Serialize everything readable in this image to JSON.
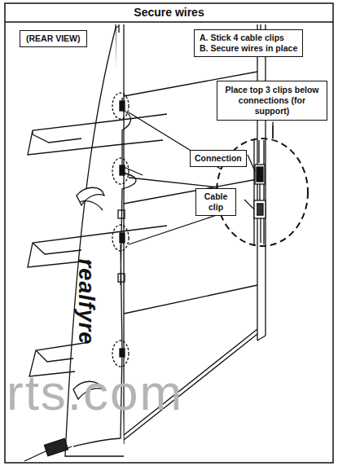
{
  "diagram": {
    "title": "Secure wires",
    "nodes": [
      {
        "text": [
          "(REAR VIEW)"
        ]
      },
      {
        "text": [
          "A. Stick 4 cable clips",
          "B. Secure wires in place"
        ]
      },
      {
        "text": [
          "Place top 3 clips below connections (for support)"
        ]
      },
      {
        "text": [
          "Connection"
        ]
      },
      {
        "text": [
          "Cable clip"
        ]
      }
    ],
    "labels": [
      "realfyre",
      "rts.com"
    ]
  }
}
